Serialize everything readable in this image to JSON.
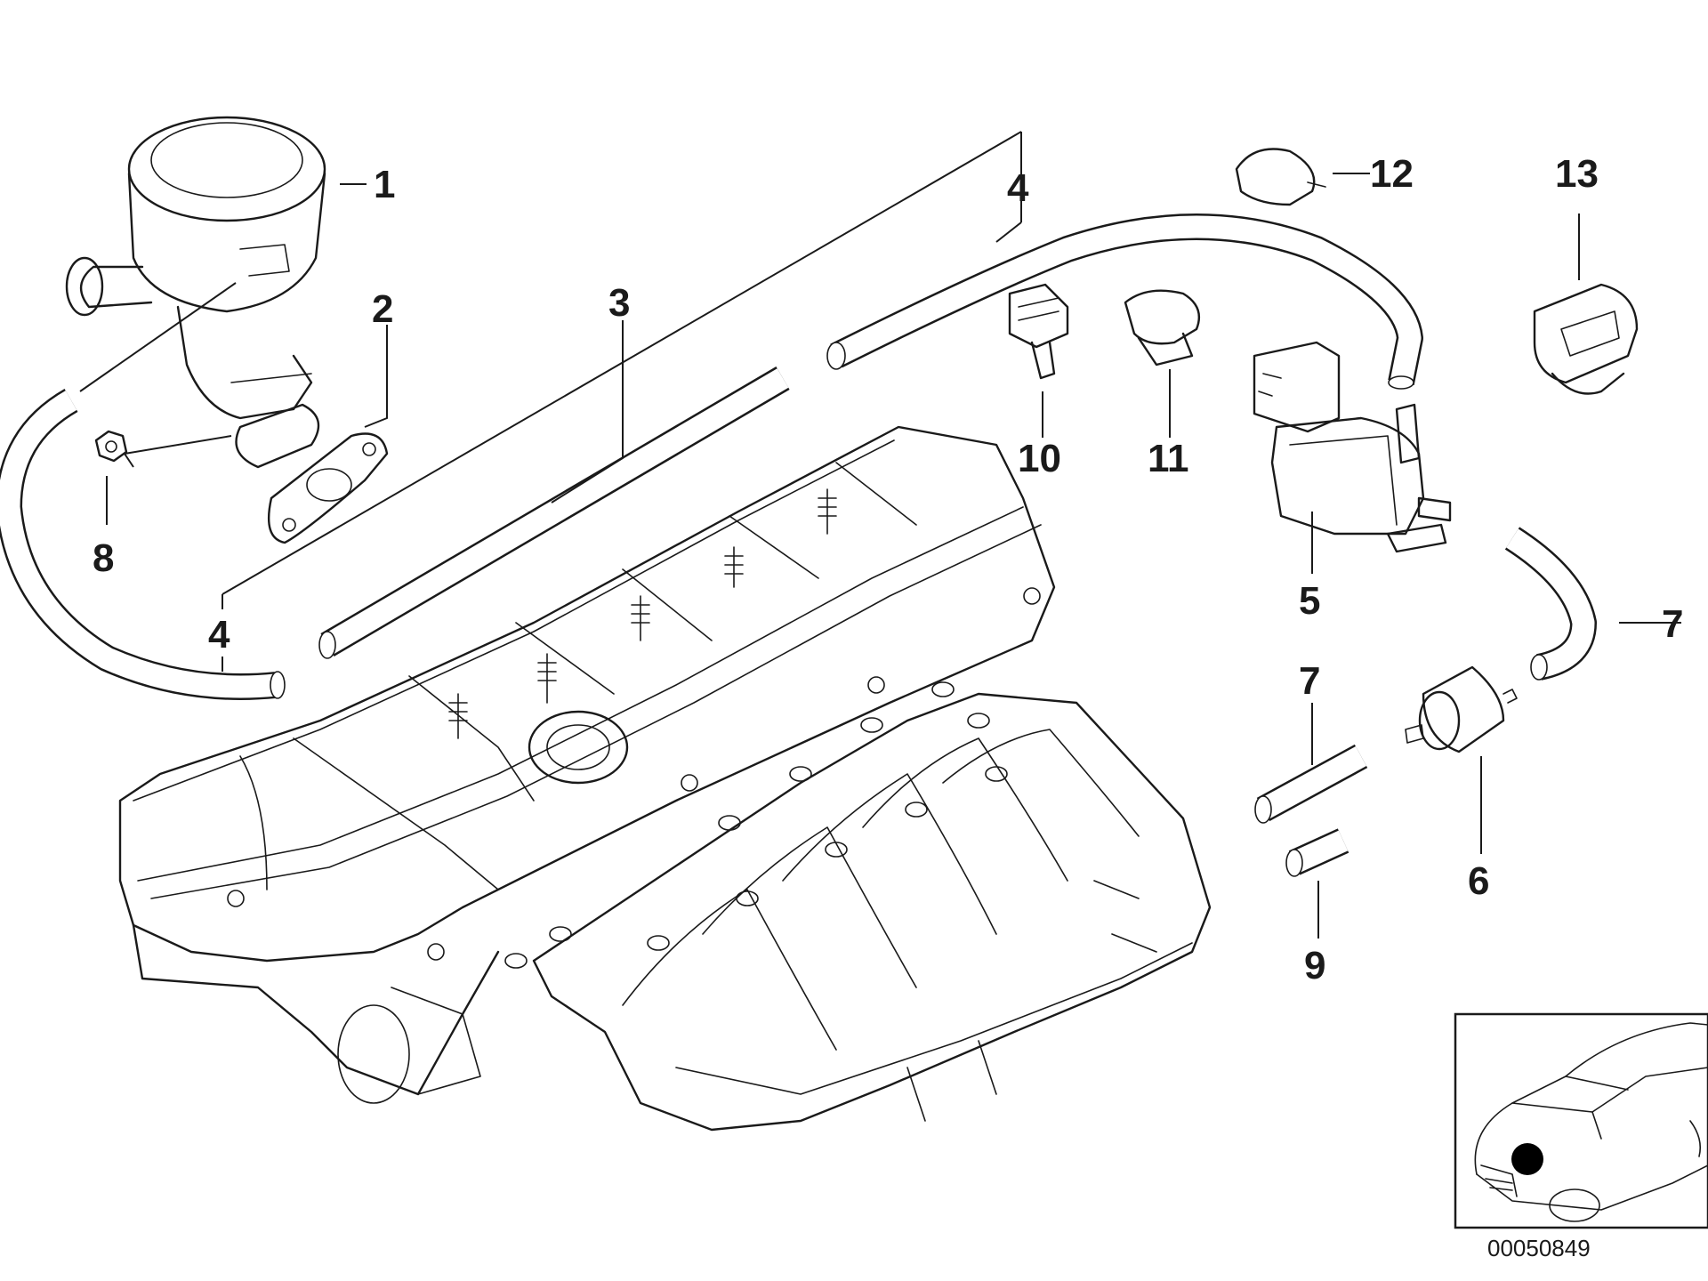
{
  "callouts": {
    "c1": "1",
    "c2": "2",
    "c3": "3",
    "c4_top": "4",
    "c4_left": "4",
    "c5": "5",
    "c6": "6",
    "c7_right": "7",
    "c7_mid": "7",
    "c8": "8",
    "c9": "9",
    "c10": "10",
    "c11": "11",
    "c12": "12",
    "c13": "13"
  },
  "reference_number": "00050849"
}
